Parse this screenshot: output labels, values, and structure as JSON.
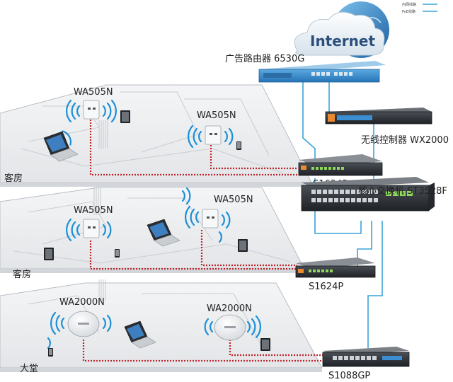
{
  "legend": [
    {
      "label": "内网线路",
      "color": "#3aa3d9"
    },
    {
      "label": "PoE线路",
      "color": "#c0242b"
    }
  ],
  "internet_label": "Internet",
  "devices": {
    "router": {
      "label": "广告路由器 6530G"
    },
    "controller": {
      "label": "无线控制器 WX2000"
    },
    "core_switch": {
      "label": "核心交换机 ST3528F"
    },
    "switch_upper": {
      "label": "S1624P"
    },
    "switch_middle": {
      "label": "S1624P"
    },
    "switch_lower": {
      "label": "S1088GP"
    }
  },
  "access_points": {
    "ap1": "WA505N",
    "ap2": "WA505N",
    "ap3": "WA505N",
    "ap4": "WA505N",
    "ap5": "WA2000N",
    "ap6": "WA2000N"
  },
  "floors": {
    "upper": "客房",
    "middle": "客房",
    "lower": "大堂"
  },
  "colors": {
    "lan": "#3aa3d9",
    "poe": "#c0242b",
    "wifi": "#1a8fd6",
    "floor_edge": "#b9bec4",
    "device_dark": "#2d3136"
  }
}
